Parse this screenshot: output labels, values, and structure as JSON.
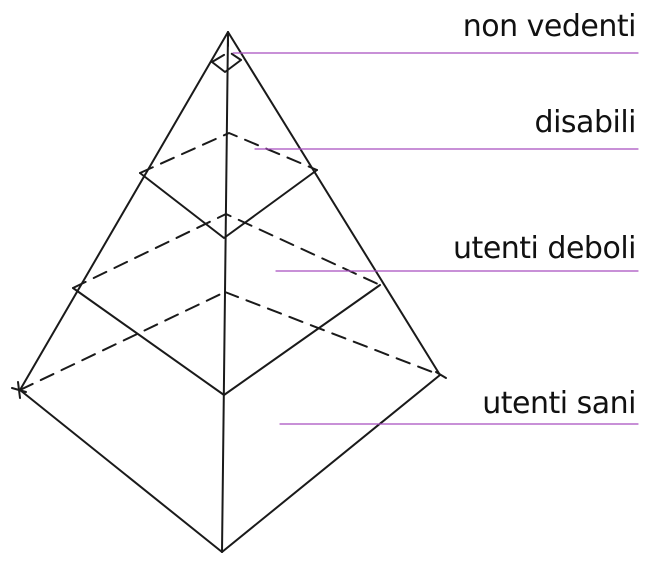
{
  "diagram": {
    "labels": [
      {
        "key": "level-1",
        "text": "non vedenti"
      },
      {
        "key": "level-2",
        "text": "disabili"
      },
      {
        "key": "level-3",
        "text": "utenti deboli"
      },
      {
        "key": "level-4",
        "text": "utenti sani"
      }
    ],
    "colors": {
      "ink": "#1a1a1a",
      "leader_line": "#a64dbf",
      "background": "#ffffff"
    }
  }
}
